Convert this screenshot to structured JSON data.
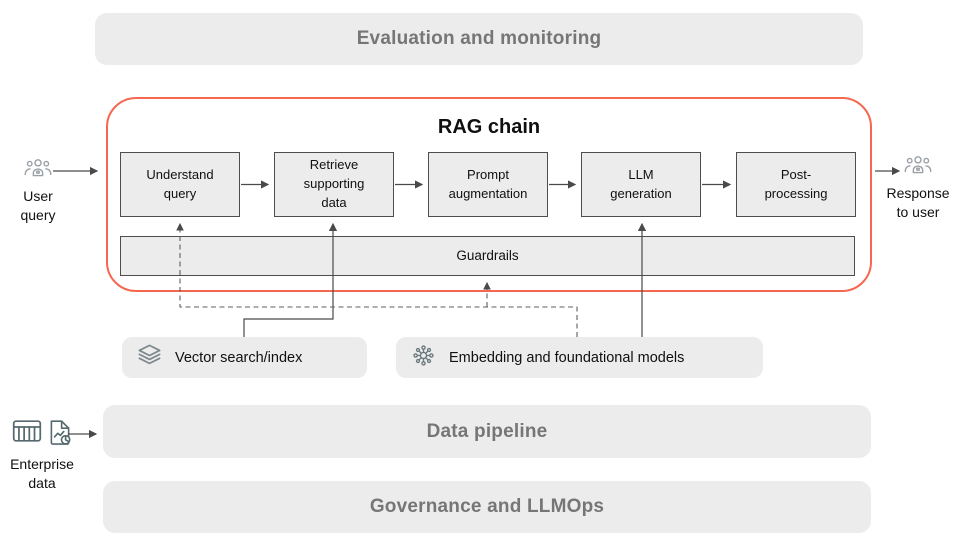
{
  "banners": {
    "evaluation": {
      "label": "Evaluation and monitoring"
    },
    "data_pipeline": {
      "label": "Data pipeline"
    },
    "governance": {
      "label": "Governance and LLMOps"
    }
  },
  "rag_chain": {
    "title": "RAG chain",
    "steps": [
      {
        "label": "Understand\nquery"
      },
      {
        "label": "Retrieve\nsupporting\ndata"
      },
      {
        "label": "Prompt\naugmentation"
      },
      {
        "label": "LLM\ngeneration"
      },
      {
        "label": "Post-\nprocessing"
      }
    ],
    "guardrails_label": "Guardrails"
  },
  "io": {
    "user_query_label": "User\nquery",
    "response_label": "Response\nto user",
    "enterprise_label": "Enterprise\ndata"
  },
  "services": {
    "vector": {
      "label": "Vector search/index",
      "icon": "layers-icon"
    },
    "embedding": {
      "label": "Embedding and foundational models",
      "icon": "model-icon"
    }
  },
  "icons": [
    "users-icon",
    "layers-icon",
    "model-icon",
    "table-icon",
    "document-chart-icon"
  ],
  "colors": {
    "banner_bg": "#ececec",
    "banner_text": "#767676",
    "rag_border": "#f5674f",
    "box_bg": "#ececec",
    "box_border": "#4d4d4d",
    "solid_line": "#4a4a4a",
    "dashed_line": "#5f5f5f",
    "icon_light_gray": "#9aa0a6",
    "icon_slate": "#56696e"
  }
}
